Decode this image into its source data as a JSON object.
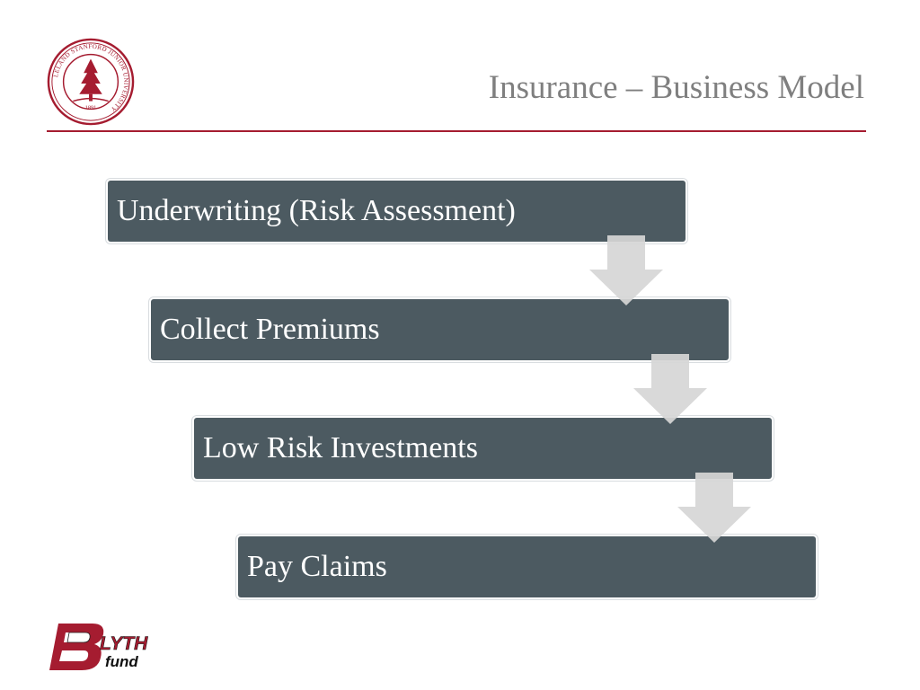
{
  "slide": {
    "title": "Insurance – Business Model"
  },
  "steps": [
    {
      "label": "Underwriting (Risk Assessment)"
    },
    {
      "label": "Collect Premiums"
    },
    {
      "label": "Low Risk Investments"
    },
    {
      "label": "Pay Claims"
    }
  ],
  "logos": {
    "seal_text": "LELAND STANFORD JUNIOR UNIVERSITY",
    "seal_year": "1891",
    "fund_logo_top": "LYTH",
    "fund_logo_bottom": "fund"
  },
  "colors": {
    "accent": "#a51c30",
    "box": "#4c5a61",
    "arrow": "#d6d6d6",
    "title": "#7f7f7f"
  },
  "icons": [
    "university-seal-icon",
    "blyth-fund-logo",
    "down-arrow-icon"
  ]
}
